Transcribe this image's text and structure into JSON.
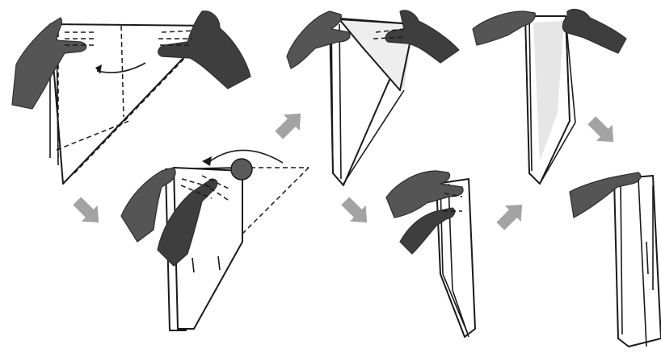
{
  "colors": {
    "hand": "#555555",
    "hand_dark": "#3e3e3e",
    "arrow": "#a3a3a3",
    "pivot": "#5a5a5a",
    "line": "#1a1a1a",
    "paper": "#ffffff",
    "shade": "#e6e6e6"
  },
  "steps": [
    {
      "name": "step-1-hold-triangle",
      "icon": "hands-holding-triangle"
    },
    {
      "name": "step-2-fold-corner",
      "icon": "hands-folding-corner"
    },
    {
      "name": "step-3-triangle-folded",
      "icon": "hands-holding-folded-triangle"
    },
    {
      "name": "step-4-gather-side",
      "icon": "hands-gathering-fabric"
    },
    {
      "name": "step-5-drape",
      "icon": "hands-holding-draped-cloth"
    },
    {
      "name": "step-6-final",
      "icon": "hand-holding-finished-cloth"
    }
  ],
  "arrows": [
    {
      "name": "arrow-down-right",
      "icon": "arrow-icon"
    },
    {
      "name": "arrow-up-right",
      "icon": "arrow-icon"
    },
    {
      "name": "arrow-down-right",
      "icon": "arrow-icon"
    },
    {
      "name": "arrow-up-right",
      "icon": "arrow-icon"
    },
    {
      "name": "arrow-down-right",
      "icon": "arrow-icon"
    }
  ]
}
